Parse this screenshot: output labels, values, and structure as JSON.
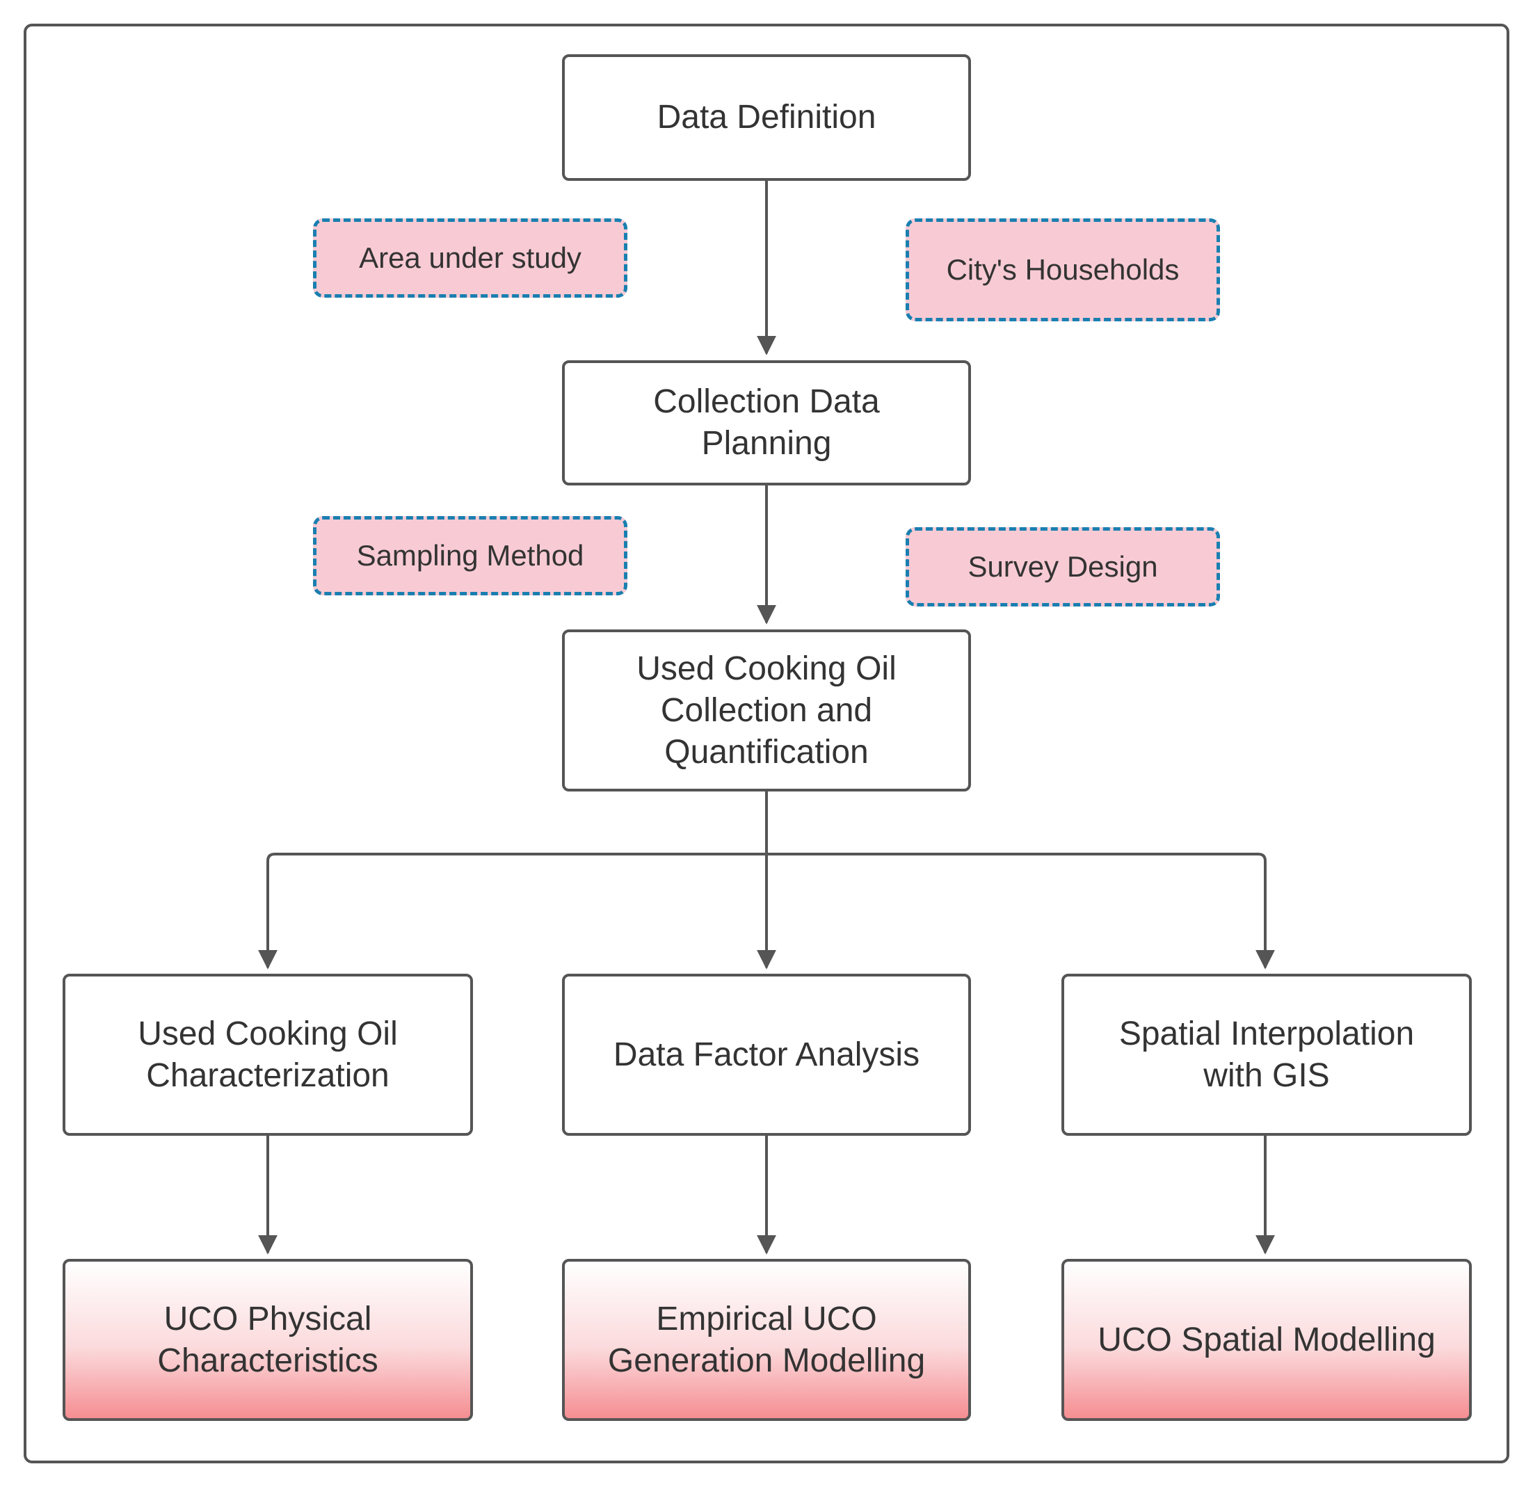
{
  "diagram": {
    "steps": {
      "data_definition": "Data Definition",
      "collection_planning": "Collection Data\nPlanning",
      "uco_collection": "Used Cooking Oil\nCollection and\nQuantification",
      "uco_characterization": "Used Cooking Oil\nCharacterization",
      "data_factor_analysis": "Data Factor Analysis",
      "spatial_interpolation": "Spatial Interpolation\nwith GIS"
    },
    "inputs": {
      "area_under_study": "Area under study",
      "city_households": "City's Households",
      "sampling_method": "Sampling Method",
      "survey_design": "Survey Design"
    },
    "outputs": {
      "physical_characteristics": "UCO Physical\nCharacteristics",
      "empirical_modelling": "Empirical UCO\nGeneration Modelling",
      "spatial_modelling": "UCO Spatial Modelling"
    }
  },
  "colors": {
    "box_border": "#555555",
    "dashed_border": "#1a7fb0",
    "dashed_fill": "#f8cbd4",
    "output_gradient_end": "#f58e92",
    "arrow": "#555555"
  }
}
